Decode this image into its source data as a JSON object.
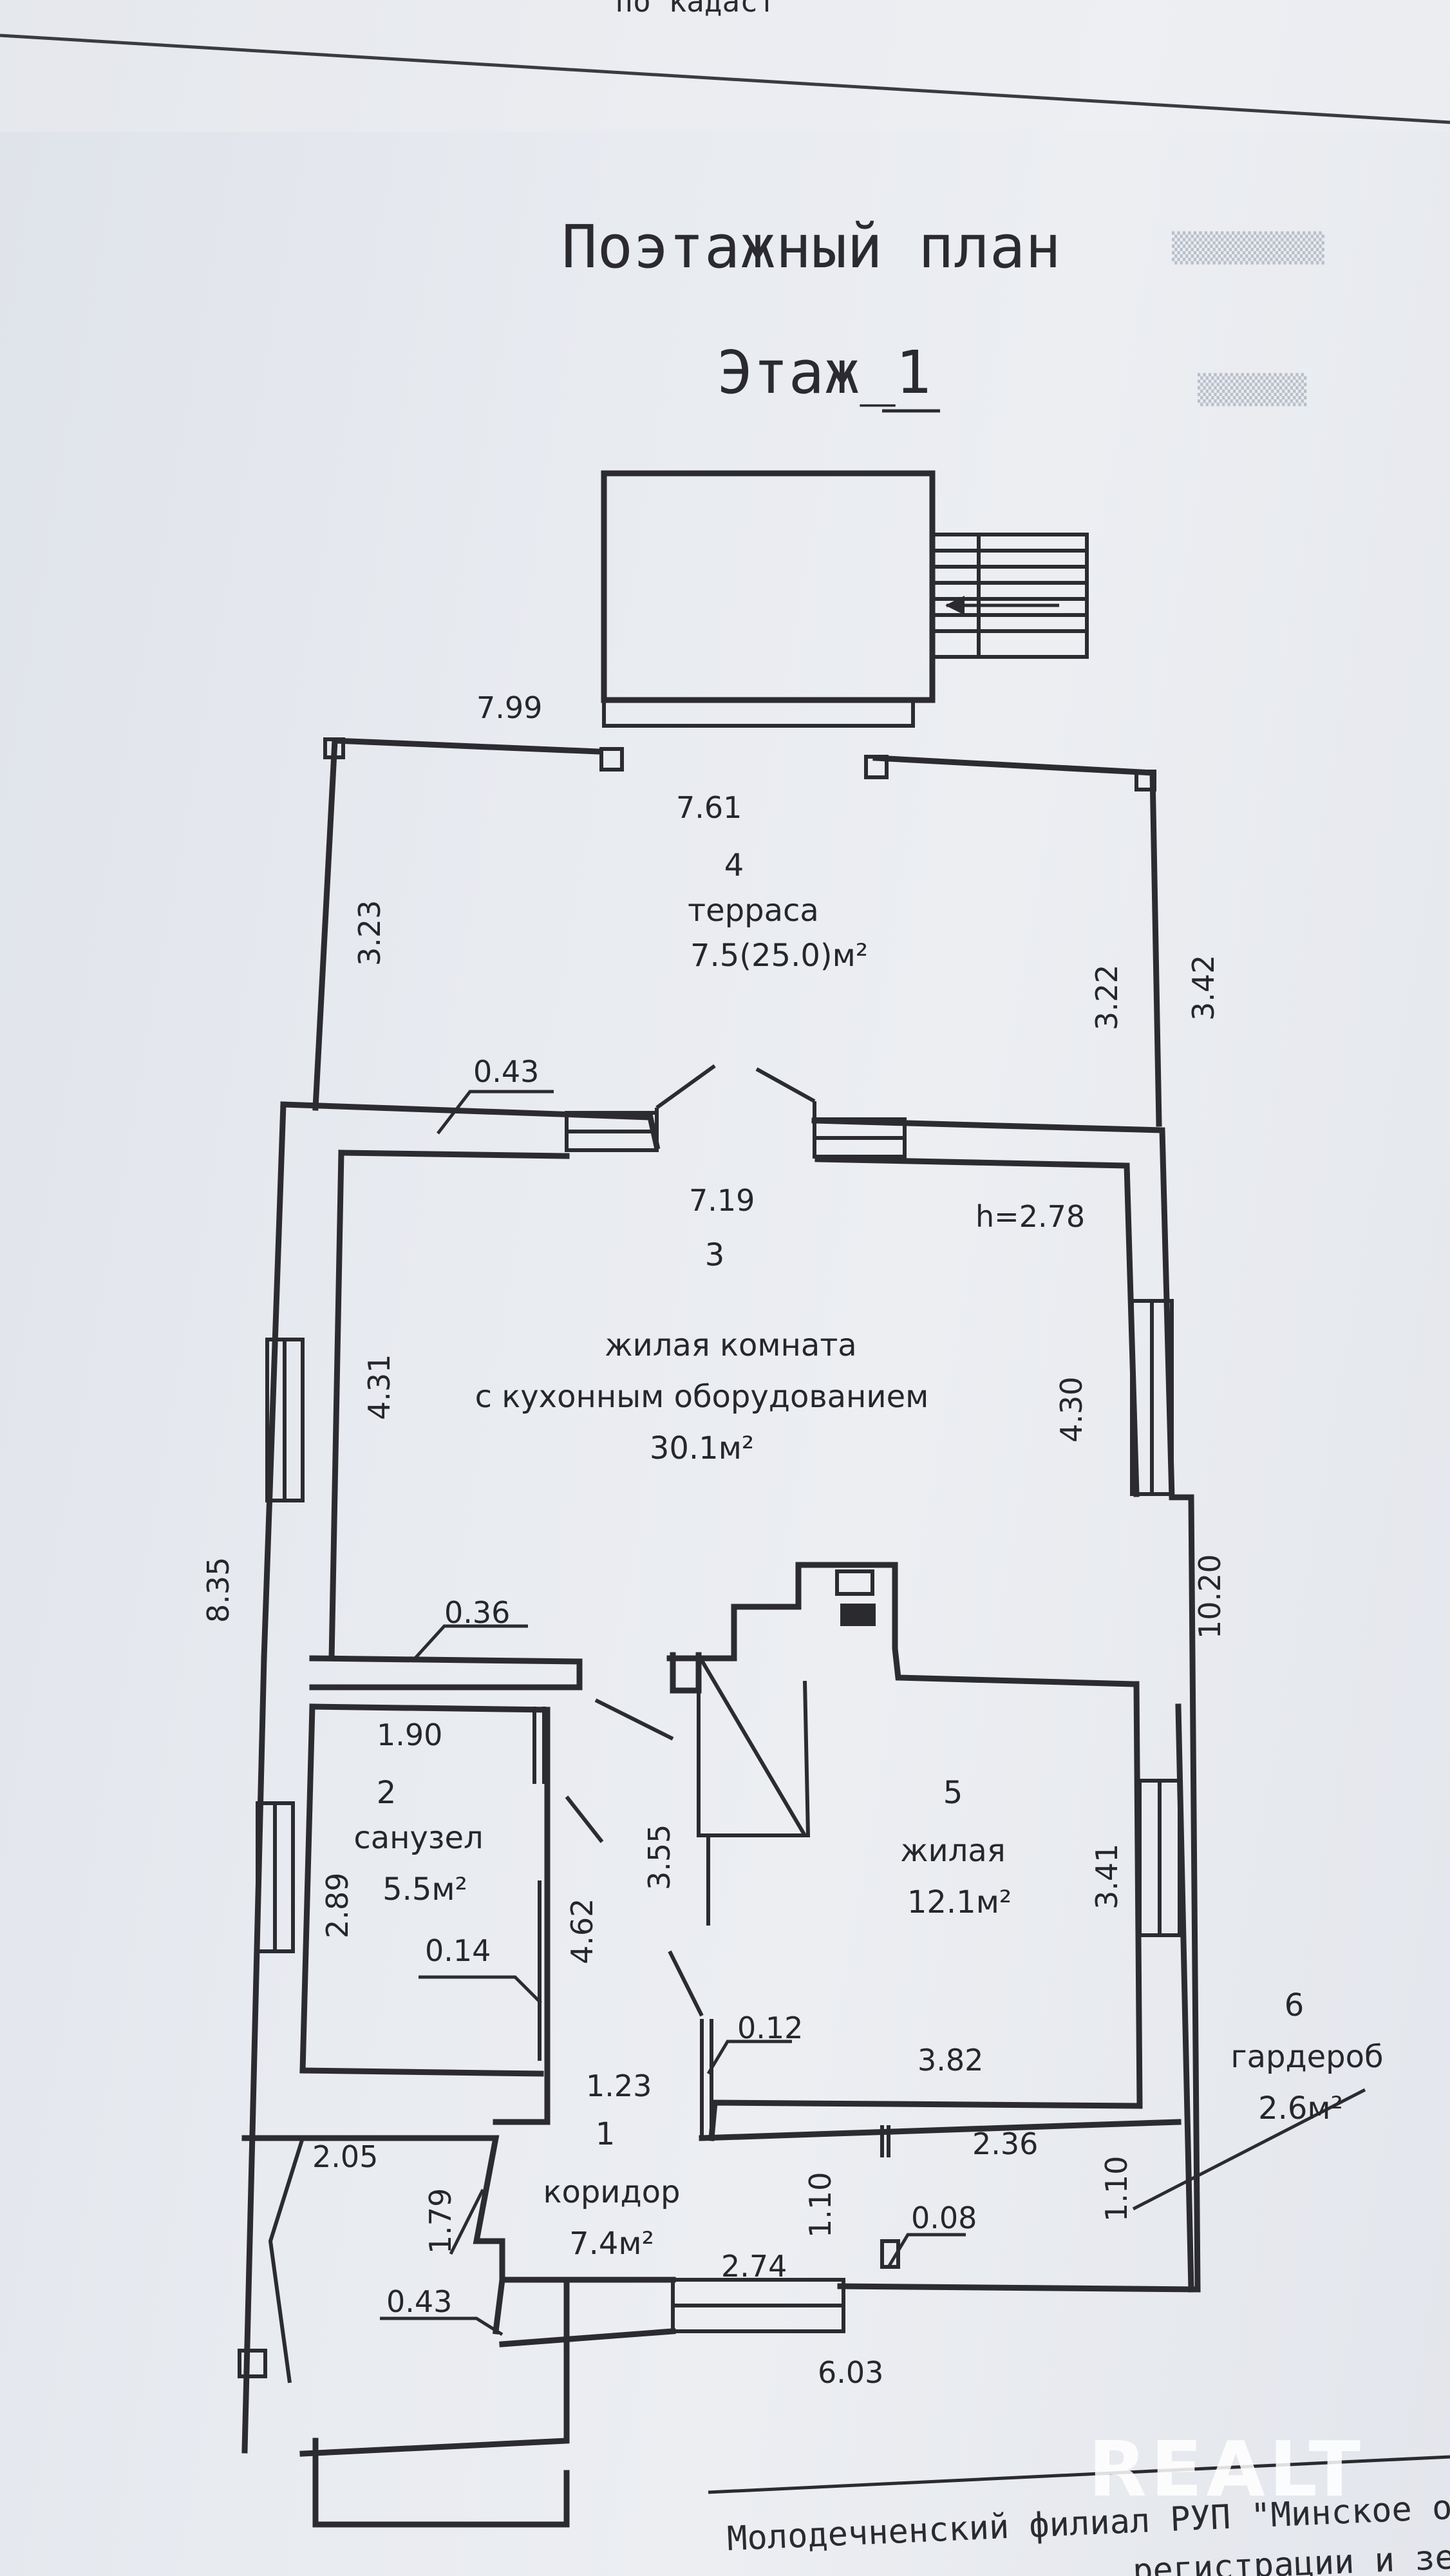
{
  "header": {
    "top_clip": "по кадаст",
    "title": "Поэтажный план",
    "floor": "Этаж_1"
  },
  "rooms": [
    {
      "number": "4",
      "name": "терраса",
      "area": "7.5(25.0)м²"
    },
    {
      "number": "3",
      "name_line1": "жилая комната",
      "name_line2": "с кухонным оборудованием",
      "area": "30.1м²"
    },
    {
      "number": "2",
      "name": "санузел",
      "area": "5.5м²"
    },
    {
      "number": "5",
      "name": "жилая",
      "area": "12.1м²"
    },
    {
      "number": "1",
      "name": "коридор",
      "area": "7.4м²"
    },
    {
      "number": "6",
      "name": "гардероб",
      "area": "2.6м²"
    }
  ],
  "dimensions": {
    "d_7_99": "7.99",
    "d_7_61": "7.61",
    "d_3_23": "3.23",
    "d_3_22": "3.22",
    "d_3_42": "3.42",
    "d_0_43_top": "0.43",
    "d_7_19": "7.19",
    "height": "h=2.78",
    "d_4_31": "4.31",
    "d_4_30": "4.30",
    "d_8_35": "8.35",
    "d_10_20": "10.20",
    "d_0_36": "0.36",
    "d_1_90": "1.90",
    "d_2_89": "2.89",
    "d_0_14": "0.14",
    "d_4_62": "4.62",
    "d_3_55": "3.55",
    "d_3_41": "3.41",
    "d_0_12": "0.12",
    "d_3_82": "3.82",
    "d_1_23": "1.23",
    "d_2_05": "2.05",
    "d_1_79": "1.79",
    "d_2_36": "2.36",
    "d_1_10_a": "1.10",
    "d_0_08": "0.08",
    "d_1_10_b": "1.10",
    "d_2_74": "2.74",
    "d_0_43_bottom": "0.43",
    "d_6_03": "6.03"
  },
  "footer": {
    "line1": "Молодечненский филиал РУП \"Минское о",
    "line2": "регистрации и зе"
  },
  "watermark": "REALT"
}
